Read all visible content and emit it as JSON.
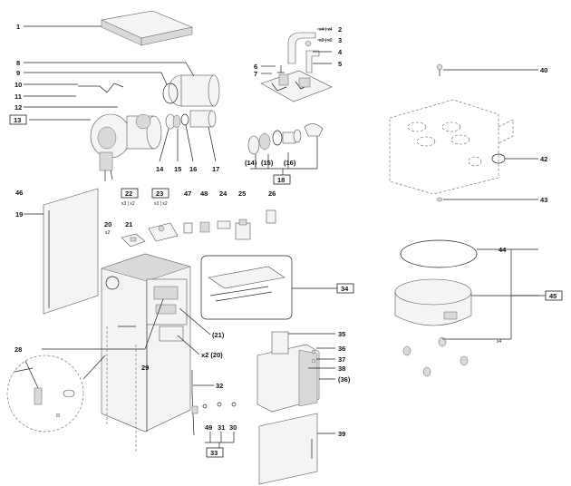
{
  "diagram": {
    "callouts": {
      "c1": "1",
      "c2": "2",
      "c3": "3",
      "c4": "4",
      "c5": "5",
      "c6": "6",
      "c7": "7",
      "c8": "8",
      "c9": "9",
      "c10": "10",
      "c11": "11",
      "c12": "12",
      "c13": "13",
      "c14": "14",
      "c15": "15",
      "c16": "16",
      "c17": "17",
      "c18": "18",
      "c19": "19",
      "c20": "20",
      "c21": "21",
      "c22": "22",
      "c23": "23",
      "c24": "24",
      "c25": "25",
      "c26": "26",
      "c28": "28",
      "c29": "29",
      "c30": "30",
      "c31": "31",
      "c32": "32",
      "c33": "33",
      "c34": "34",
      "c35": "35",
      "c36": "36",
      "c37": "37",
      "c38": "38",
      "c39": "39",
      "c40": "40",
      "c42": "42",
      "c43": "43",
      "c44": "44",
      "c45": "45",
      "c46": "46",
      "c47": "47",
      "c48": "48",
      "c49": "49",
      "c14p": "(14)",
      "c15p": "(15)",
      "c16p": "(16)",
      "c21p": "(21)",
      "c20x2": "x2 (20)",
      "c36p": "(36)"
    },
    "quantities": {
      "q2": "x4 | x4",
      "q3": "x2 | x2",
      "q20": "x2",
      "q22": "x3 | x2",
      "q23": "x3 | x2",
      "q44": "x4"
    }
  }
}
